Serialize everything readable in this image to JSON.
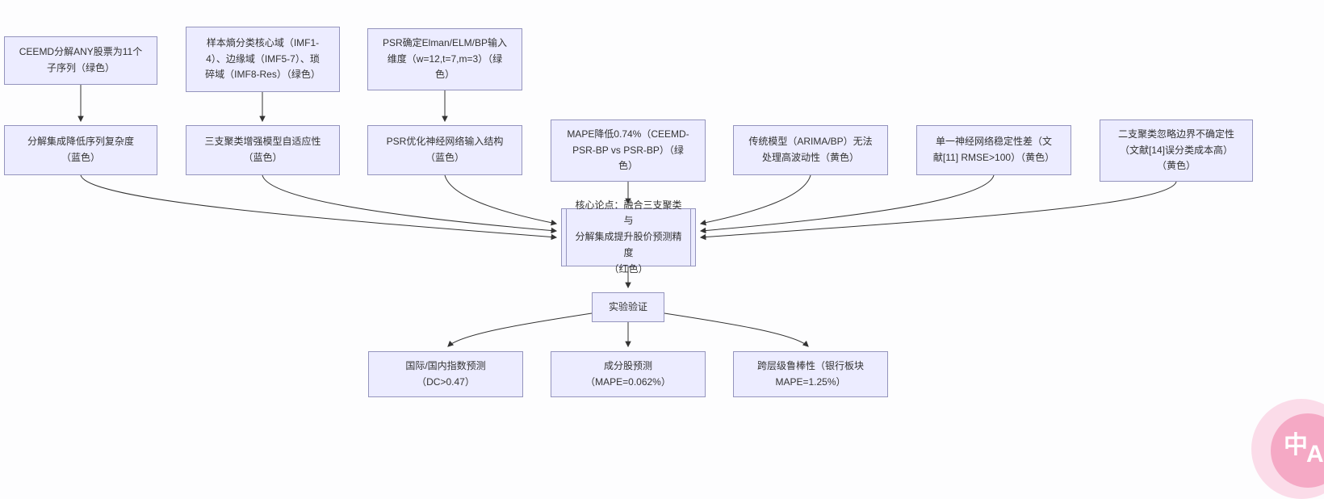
{
  "colors": {
    "node_fill": "#ECECFF",
    "node_border": "#9494bd",
    "edge": "#333333",
    "text": "#333333",
    "badge_pink": "#f5a9c5",
    "badge_halo": "#fbdce9"
  },
  "nodes": {
    "n1": {
      "label": "CEEMD分解ANY股票为11个\n子序列（绿色）"
    },
    "n2": {
      "label": "样本熵分类核心域（IMF1-\n4）、边缘域（IMF5-7）、琐\n碎域（IMF8-Res）（绿色）"
    },
    "n3": {
      "label": "PSR确定Elman/ELM/BP输入\n维度（w=12,t=7,m=3）（绿\n色）"
    },
    "m1": {
      "label": "分解集成降低序列复杂度\n（蓝色）"
    },
    "m2": {
      "label": "三支聚类增强模型自适应性\n（蓝色）"
    },
    "m3": {
      "label": "PSR优化神经网络输入结构\n（蓝色）"
    },
    "m4": {
      "label": "MAPE降低0.74%（CEEMD-\nPSR-BP vs PSR-BP）（绿\n色）"
    },
    "m5": {
      "label": "传统模型（ARIMA/BP）无法\n处理高波动性（黄色）"
    },
    "m6": {
      "label": "单一神经网络稳定性差（文\n献[11] RMSE>100）（黄色）"
    },
    "m7": {
      "label": "二支聚类忽略边界不确定性\n（文献[14]误分类成本高）\n（黄色）"
    },
    "core": {
      "label": "核心论点：融合三支聚类与\n分解集成提升股价预测精度\n（红色）"
    },
    "exp": {
      "label": "实验验证"
    },
    "b1": {
      "label": "国际/国内指数预测\n（DC>0.47）"
    },
    "b2": {
      "label": "成分股预测\n（MAPE=0.062%）"
    },
    "b3": {
      "label": "跨层级鲁棒性（银行板块\nMAPE=1.25%）"
    }
  },
  "badge": {
    "zh": "中",
    "en": "A"
  }
}
